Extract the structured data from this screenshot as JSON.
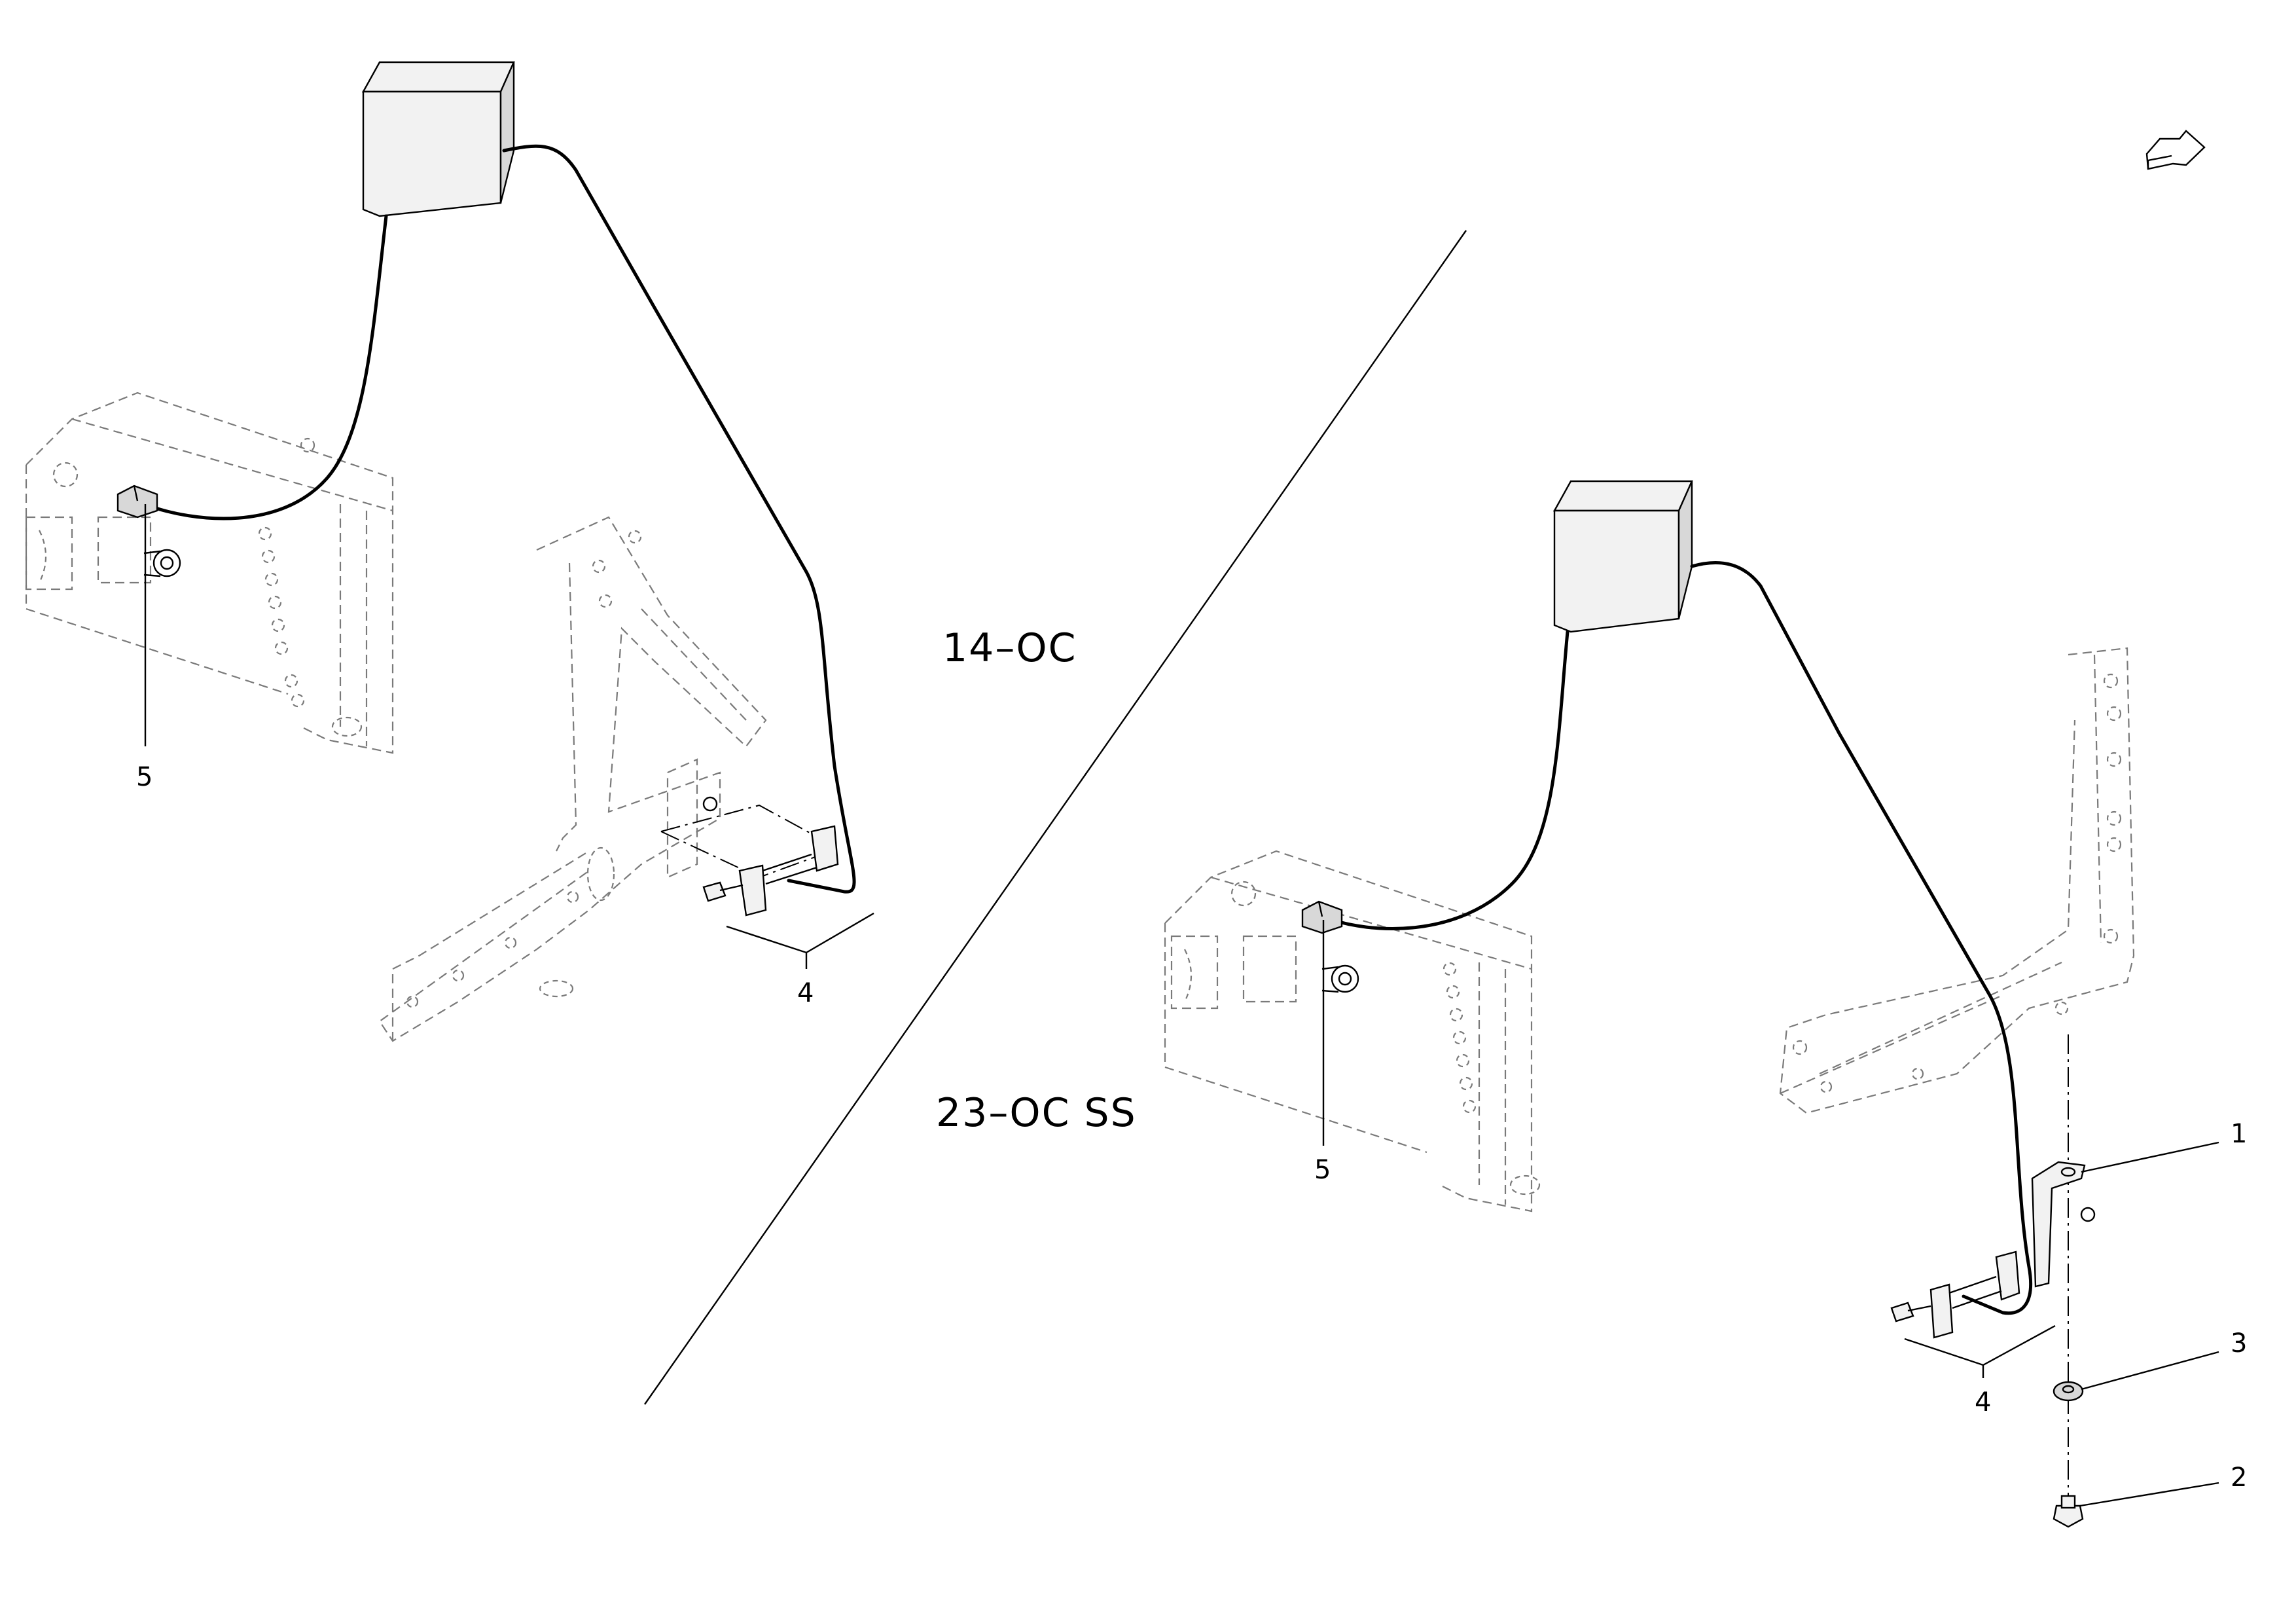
{
  "diagram": {
    "models": [
      {
        "id": "left",
        "label": "14–OC"
      },
      {
        "id": "right",
        "label": "23–OC SS"
      }
    ],
    "callouts": {
      "left": [
        "5",
        "4"
      ],
      "right": [
        "5",
        "4",
        "1",
        "3",
        "2"
      ]
    },
    "icons": [
      "front-direction-arrow-icon"
    ]
  }
}
